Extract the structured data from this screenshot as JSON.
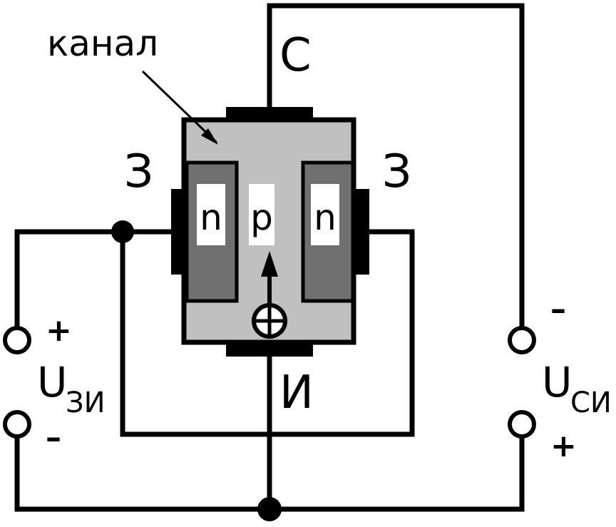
{
  "labels": {
    "channel": "канал",
    "drain": "С",
    "source": "И",
    "gate_left": "З",
    "gate_right": "З",
    "region_left": "n",
    "region_center": "p",
    "region_right": "n"
  },
  "voltage_gate_source": {
    "symbol": "U",
    "subscript": "ЗИ",
    "plus": "+",
    "minus": "–"
  },
  "voltage_drain_source": {
    "symbol": "U",
    "subscript": "СИ",
    "plus": "+",
    "minus": "–"
  },
  "colors": {
    "wire": "#000000",
    "channel_fill": "#c0c0c0",
    "n_region_fill": "#707070",
    "label_box": "#ffffff"
  }
}
